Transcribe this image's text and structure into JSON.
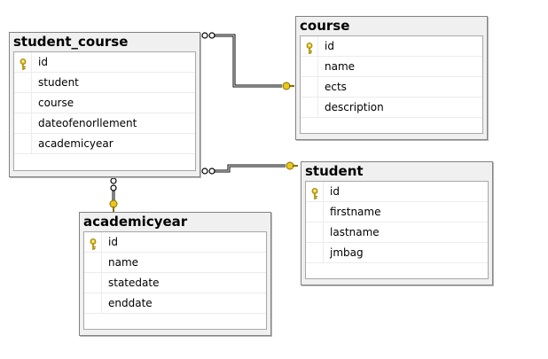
{
  "tables": {
    "student_course": {
      "title": "student_course",
      "columns": [
        {
          "name": "id",
          "primary_key": true
        },
        {
          "name": "student",
          "primary_key": false
        },
        {
          "name": "course",
          "primary_key": false
        },
        {
          "name": "dateofenorllement",
          "primary_key": false
        },
        {
          "name": "academicyear",
          "primary_key": false
        }
      ]
    },
    "course": {
      "title": "course",
      "columns": [
        {
          "name": "id",
          "primary_key": true
        },
        {
          "name": "name",
          "primary_key": false
        },
        {
          "name": "ects",
          "primary_key": false
        },
        {
          "name": "description",
          "primary_key": false
        }
      ]
    },
    "student": {
      "title": "student",
      "columns": [
        {
          "name": "id",
          "primary_key": true
        },
        {
          "name": "firstname",
          "primary_key": false
        },
        {
          "name": "lastname",
          "primary_key": false
        },
        {
          "name": "jmbag",
          "primary_key": false
        }
      ]
    },
    "academicyear": {
      "title": "academicyear",
      "columns": [
        {
          "name": "id",
          "primary_key": true
        },
        {
          "name": "name",
          "primary_key": false
        },
        {
          "name": "statedate",
          "primary_key": false
        },
        {
          "name": "enddate",
          "primary_key": false
        }
      ]
    }
  },
  "relationships": [
    {
      "from": "student_course",
      "to": "course",
      "from_end": "many",
      "to_end": "one"
    },
    {
      "from": "student_course",
      "to": "student",
      "from_end": "many",
      "to_end": "one"
    },
    {
      "from": "student_course",
      "to": "academicyear",
      "from_end": "many",
      "to_end": "one"
    }
  ],
  "colors": {
    "key_icon": "#e8c81a",
    "connector": "#000000",
    "table_border": "#828282",
    "table_fill": "#f0f0f0"
  }
}
